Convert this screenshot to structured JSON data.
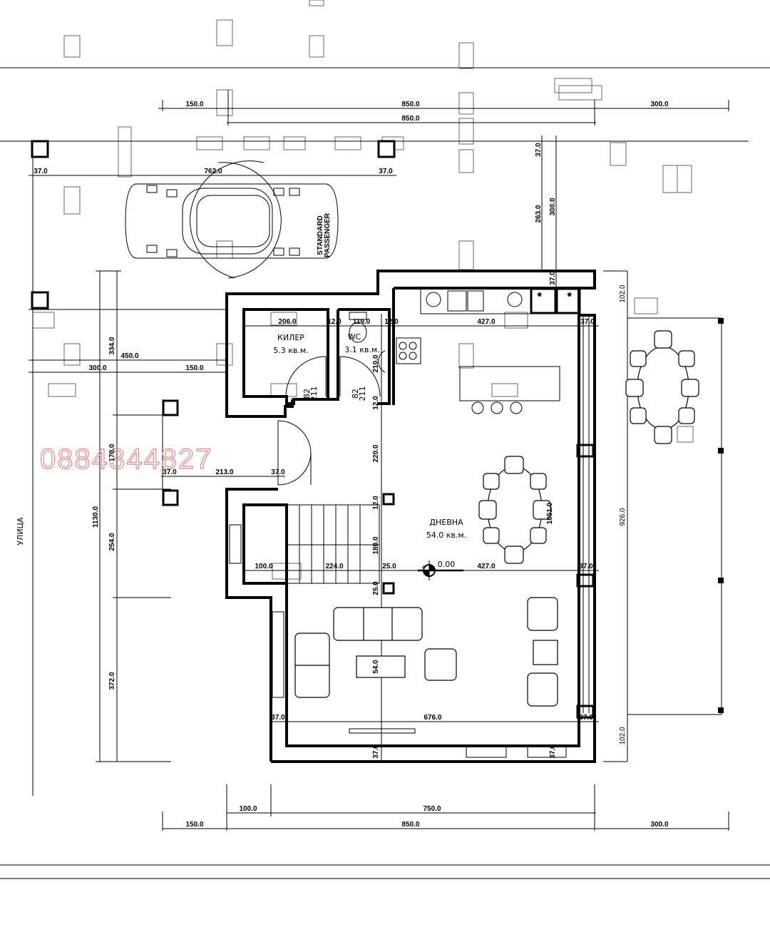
{
  "watermark": {
    "phone": "0884344827"
  },
  "street_label": "УЛИЦА",
  "car_label": [
    "STANDARD",
    "PASSENGER"
  ],
  "rooms": {
    "pantry": {
      "name": "КИЛЕР",
      "area": "5.3 кв.м."
    },
    "wc": {
      "name": "WC",
      "area": "3.1 кв.м."
    },
    "living": {
      "name": "ДНЕВНА",
      "area": "54.0 кв.м."
    }
  },
  "level_mark": "0.00",
  "doors": [
    {
      "width": "82",
      "height": "211"
    },
    {
      "width": "82",
      "height": "211"
    }
  ],
  "dimensions": {
    "top": [
      "150.0",
      "850.0",
      "300.0",
      "850.0"
    ],
    "parking": [
      "37.0",
      "762.0",
      "37.0"
    ],
    "right_vertical": [
      "37.0",
      "263.0",
      "300.0",
      "37.0",
      "102.0",
      "926.0",
      "102.0"
    ],
    "row_kitchen": [
      "206.0",
      "12.0",
      "119.0",
      "12.0",
      "427.0",
      "37.0"
    ],
    "wc_vertical": [
      "210.0",
      "12.0",
      "220.0",
      "12.0",
      "180.0",
      "25.0",
      "1051.0",
      "37.0",
      "37.0"
    ],
    "left": [
      "334.0",
      "450.0",
      "300.0",
      "150.0",
      "170.0",
      "1130.0",
      "254.0",
      "372.0"
    ],
    "entrance": [
      "37.0",
      "213.0",
      "37.0"
    ],
    "stair_row": [
      "100.0",
      "224.0",
      "25.0",
      "427.0",
      "37.0"
    ],
    "bottom_row": [
      "37.0",
      "676.0",
      "37.0"
    ],
    "bottom": [
      "100.0",
      "750.0",
      "150.0",
      "850.0",
      "300.0"
    ],
    "tv_unit": "54.0"
  }
}
